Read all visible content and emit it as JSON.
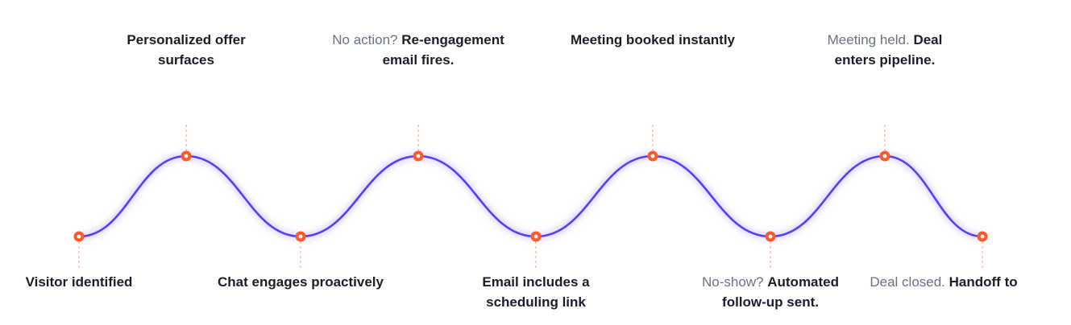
{
  "steps": [
    {
      "position": "bottom",
      "lines": [
        [
          {
            "t": "Visitor identified",
            "s": true
          }
        ]
      ]
    },
    {
      "position": "top",
      "lines": [
        [
          {
            "t": "Personalized offer",
            "s": true
          }
        ],
        [
          {
            "t": "surfaces",
            "s": true
          }
        ]
      ]
    },
    {
      "position": "bottom",
      "lines": [
        [
          {
            "t": "Chat engages proactively",
            "s": true
          }
        ]
      ]
    },
    {
      "position": "top",
      "lines": [
        [
          {
            "t": "No action? ",
            "s": false
          },
          {
            "t": "Re-engagement",
            "s": true
          }
        ],
        [
          {
            "t": "email fires.",
            "s": true
          }
        ]
      ]
    },
    {
      "position": "bottom",
      "lines": [
        [
          {
            "t": "Email includes a",
            "s": true
          }
        ],
        [
          {
            "t": "scheduling link",
            "s": true
          }
        ]
      ]
    },
    {
      "position": "top",
      "lines": [
        [
          {
            "t": "Meeting booked instantly",
            "s": true
          }
        ]
      ]
    },
    {
      "position": "bottom",
      "lines": [
        [
          {
            "t": "No-show? ",
            "s": false
          },
          {
            "t": "Automated",
            "s": true
          }
        ],
        [
          {
            "t": "follow-up sent.",
            "s": true
          }
        ]
      ]
    },
    {
      "position": "top",
      "lines": [
        [
          {
            "t": "Meeting held. ",
            "s": false
          },
          {
            "t": "Deal",
            "s": true
          }
        ],
        [
          {
            "t": "enters pipeline.",
            "s": true
          }
        ]
      ]
    },
    {
      "position": "bottom",
      "lines": [
        [
          {
            "t": "Deal closed. ",
            "s": false
          },
          {
            "t": "Handoff to",
            "s": true
          }
        ]
      ]
    }
  ],
  "colors": {
    "wave": "#5a3df5",
    "glow": "#b8a8ff",
    "marker": "#ff5a2c",
    "connector": "#f6b08f",
    "text": "#1b1d2a",
    "muted_text": "#6b7086"
  }
}
